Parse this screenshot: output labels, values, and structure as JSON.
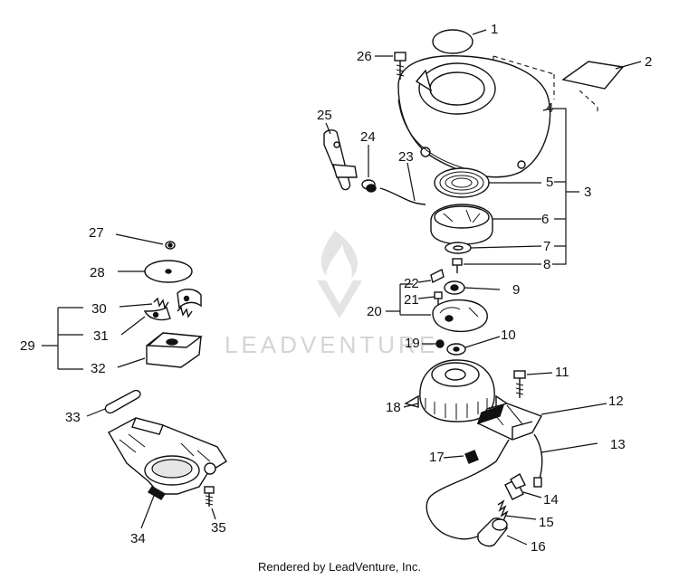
{
  "watermark": {
    "text": "LEADVENTURE"
  },
  "footer": {
    "text": "Rendered by LeadVenture, Inc."
  },
  "callouts": [
    "1",
    "2",
    "3",
    "4",
    "5",
    "6",
    "7",
    "8",
    "9",
    "10",
    "11",
    "12",
    "13",
    "14",
    "15",
    "16",
    "17",
    "18",
    "19",
    "20",
    "21",
    "22",
    "23",
    "24",
    "25",
    "26",
    "27",
    "28",
    "29",
    "30",
    "31",
    "32",
    "33",
    "34",
    "35"
  ]
}
